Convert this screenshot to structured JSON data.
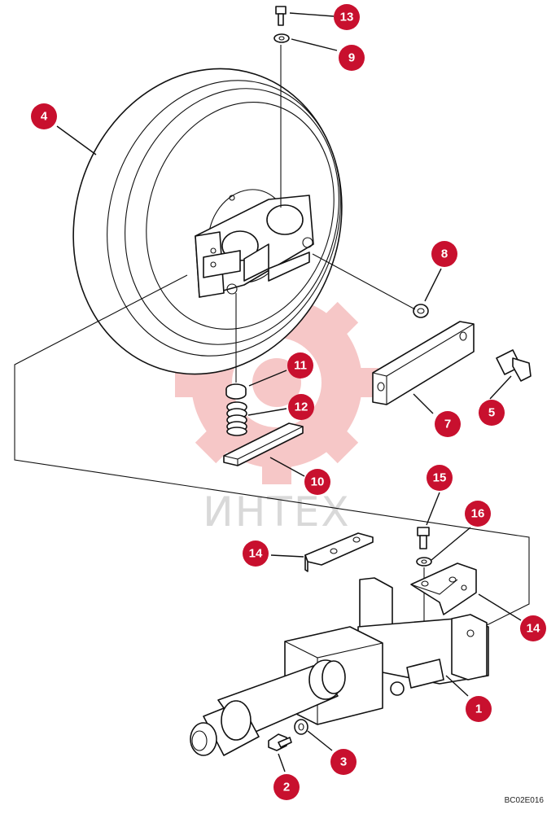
{
  "watermark": {
    "text": "ИНТЕХ",
    "color": "#e23b3b"
  },
  "drawing_code": "BC02E016",
  "callout_color": "#c8102e",
  "callouts": [
    {
      "id": "c13",
      "label": "13"
    },
    {
      "id": "c9",
      "label": "9"
    },
    {
      "id": "c4",
      "label": "4"
    },
    {
      "id": "c8",
      "label": "8"
    },
    {
      "id": "c11",
      "label": "11"
    },
    {
      "id": "c12",
      "label": "12"
    },
    {
      "id": "c5",
      "label": "5"
    },
    {
      "id": "c7",
      "label": "7"
    },
    {
      "id": "c10",
      "label": "10"
    },
    {
      "id": "c15",
      "label": "15"
    },
    {
      "id": "c16",
      "label": "16"
    },
    {
      "id": "c14a",
      "label": "14"
    },
    {
      "id": "c14b",
      "label": "14"
    },
    {
      "id": "c1",
      "label": "1"
    },
    {
      "id": "c3",
      "label": "3"
    },
    {
      "id": "c2",
      "label": "2"
    }
  ]
}
